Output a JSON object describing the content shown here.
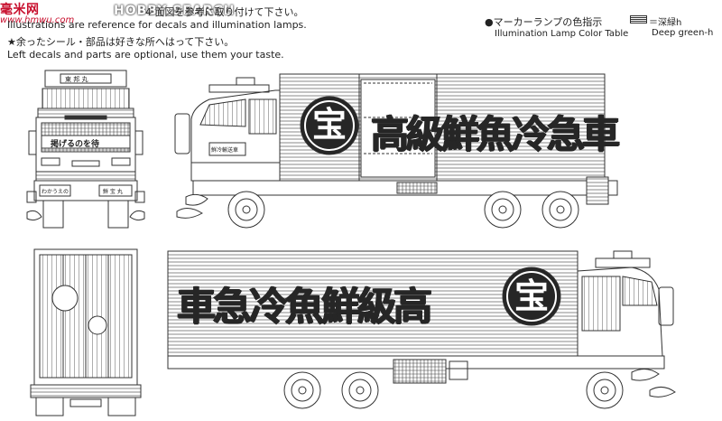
{
  "watermark": {
    "brand": "毫米网",
    "domain": "www.hmwu.com",
    "search": "HOBBY SEARCH"
  },
  "instructions": {
    "jp_reference": "4 面図を参考に取り付けて下さい。",
    "en_reference": "Illustrations are reference for decals and illumination lamps.",
    "jp_optional": "★余ったシール・部品は好きな所へはって下さい。",
    "en_optional": "Left decals and parts are optional, use them your taste."
  },
  "lamp_table": {
    "title_jp": "●マーカーランプの色指示",
    "title_en": "Illumination Lamp Color Table",
    "legend_label_jp": "＝深緑h",
    "legend_label_en": "Deep green-h"
  },
  "truck": {
    "banner_top": "高級鮮魚冷急車",
    "banner_bottom": "車急冷魚鮮級高",
    "crest": "宝",
    "front_plate": "東 邦 丸",
    "front_sign": "掲げるのを待",
    "front_bumper": "わかうえの",
    "front_bumper_right": "鮮 宝 丸",
    "door_plate": "鮮冷輸送車"
  },
  "colors": {
    "line": "#333333",
    "watermark_red": "#c8102e",
    "watermark_blue": "#1f4fa0"
  }
}
